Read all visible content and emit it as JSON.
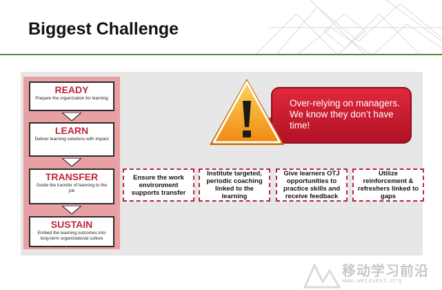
{
  "slide": {
    "title": "Biggest Challenge"
  },
  "stages": [
    {
      "name": "READY",
      "desc": "Prepare the organization for learning"
    },
    {
      "name": "LEARN",
      "desc": "Deliver learning solutions with impact"
    },
    {
      "name": "TRANSFER",
      "desc": "Guide the transfer of learning to the job"
    },
    {
      "name": "SUSTAIN",
      "desc": "Embed the learning outcomes into long-term organizational culture"
    }
  ],
  "transfer_steps": [
    "Ensure the work environment supports transfer",
    "Institute targeted, periodic coaching linked to the learning",
    "Give learners OTJ opportunities to practice skills and receive feedback",
    "Utilize reinforcement & refreshers linked to gaps"
  ],
  "callout": {
    "text": "Over-relying on managers.  We know they don’t have time!"
  },
  "watermark": {
    "text": "移动学习前沿",
    "url": "www.weixuexi.org"
  },
  "colors": {
    "accent_red": "#c0243b",
    "stage_column": "#e8a0a3",
    "rule_green": "#4f8a3a",
    "panel_gray": "#e7e7e7",
    "warning_orange": "#f39a1f"
  },
  "icons": {
    "warning": "warning-triangle-icon",
    "stage_arrow": "down-arrow-icon",
    "watermark_logo": "mountain-logo-icon"
  }
}
